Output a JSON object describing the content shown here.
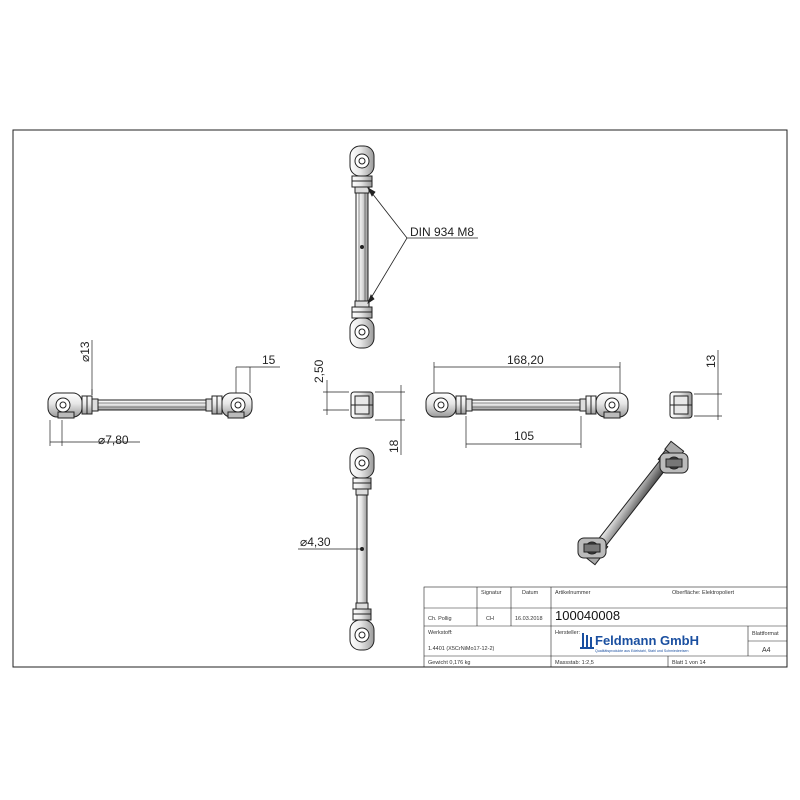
{
  "dimensions": {
    "din_label": "DIN 934 M8",
    "dia13": "13",
    "dim15": "15",
    "dia780": "7,80",
    "dim250": "2,50",
    "dim18": "18",
    "dim16820": "168,20",
    "dim105": "105",
    "dim13_right": "13",
    "dia430": "4,30",
    "dia_symbol": "⌀"
  },
  "title_block": {
    "lbl_signatur": "Signatur",
    "lbl_datum": "Datum",
    "lbl_artikelnummer": "Artikelnummer",
    "lbl_oberflaeche": "Oberfläche: Elektropoliert",
    "name": "Ch. Pollig",
    "signatur": "CH",
    "datum": "16.03.2018",
    "artikelnummer": "100040008",
    "lbl_werkstoff": "Werkstoff:",
    "werkstoff": "1.4401 (X5CrNiMo17-12-2)",
    "lbl_hersteller": "Hersteller:",
    "lbl_blattformat": "Blattformat",
    "blattformat": "A4",
    "gewicht": "Gewicht 0,176 kg",
    "massstab": "Massstab: 1:2,5",
    "blatt": "Blatt 1 von 14"
  },
  "logo": {
    "name": "Feldmann GmbH",
    "tagline": "Qualitätsprodukte aus Edelstahl, Stahl und Schmiedeeisen",
    "icon": "logo-mark-icon"
  },
  "colors": {
    "line": "#222222",
    "logo_blue": "#1a4fa0"
  }
}
